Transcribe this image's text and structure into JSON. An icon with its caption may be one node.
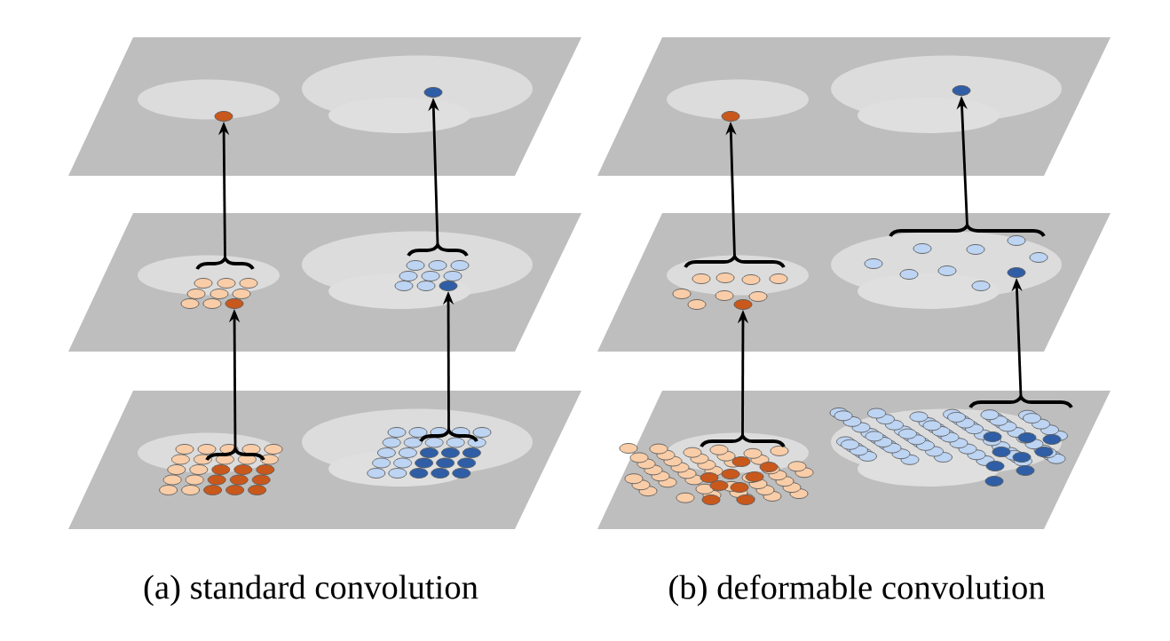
{
  "diagram": {
    "nodes": [
      {
        "text": [],
        "shape": "circle"
      },
      {
        "text": [],
        "shape": "circle"
      },
      {
        "text": [],
        "shape": "bracket"
      },
      {
        "text": [],
        "shape": "bracket"
      },
      {
        "text": [],
        "shape": "circle"
      },
      {
        "text": [],
        "shape": "circle"
      },
      {
        "text": [],
        "shape": "bracket"
      },
      {
        "text": [],
        "shape": "bracket"
      },
      {
        "text": [],
        "shape": "circle"
      },
      {
        "text": [],
        "shape": "circle"
      },
      {
        "text": [],
        "shape": "bracket"
      },
      {
        "text": [],
        "shape": "bracket"
      },
      {
        "text": [],
        "shape": "circle"
      },
      {
        "text": [],
        "shape": "circle"
      },
      {
        "text": [],
        "shape": "bracket"
      },
      {
        "text": [],
        "shape": "bracket"
      }
    ],
    "edges": [
      {
        "from": 2,
        "to": 0,
        "arrow": "to"
      },
      {
        "from": 3,
        "to": 1,
        "arrow": "to"
      },
      {
        "from": 6,
        "to": 4,
        "arrow": "to"
      },
      {
        "from": 7,
        "to": 5,
        "arrow": "to"
      },
      {
        "from": 10,
        "to": 8,
        "arrow": "to"
      },
      {
        "from": 11,
        "to": 9,
        "arrow": "to"
      },
      {
        "from": 14,
        "to": 12,
        "arrow": "to"
      },
      {
        "from": 15,
        "to": 13,
        "arrow": "to"
      }
    ],
    "labels": [
      "(a) standard convolution",
      "(b) deformable convolution"
    ]
  }
}
